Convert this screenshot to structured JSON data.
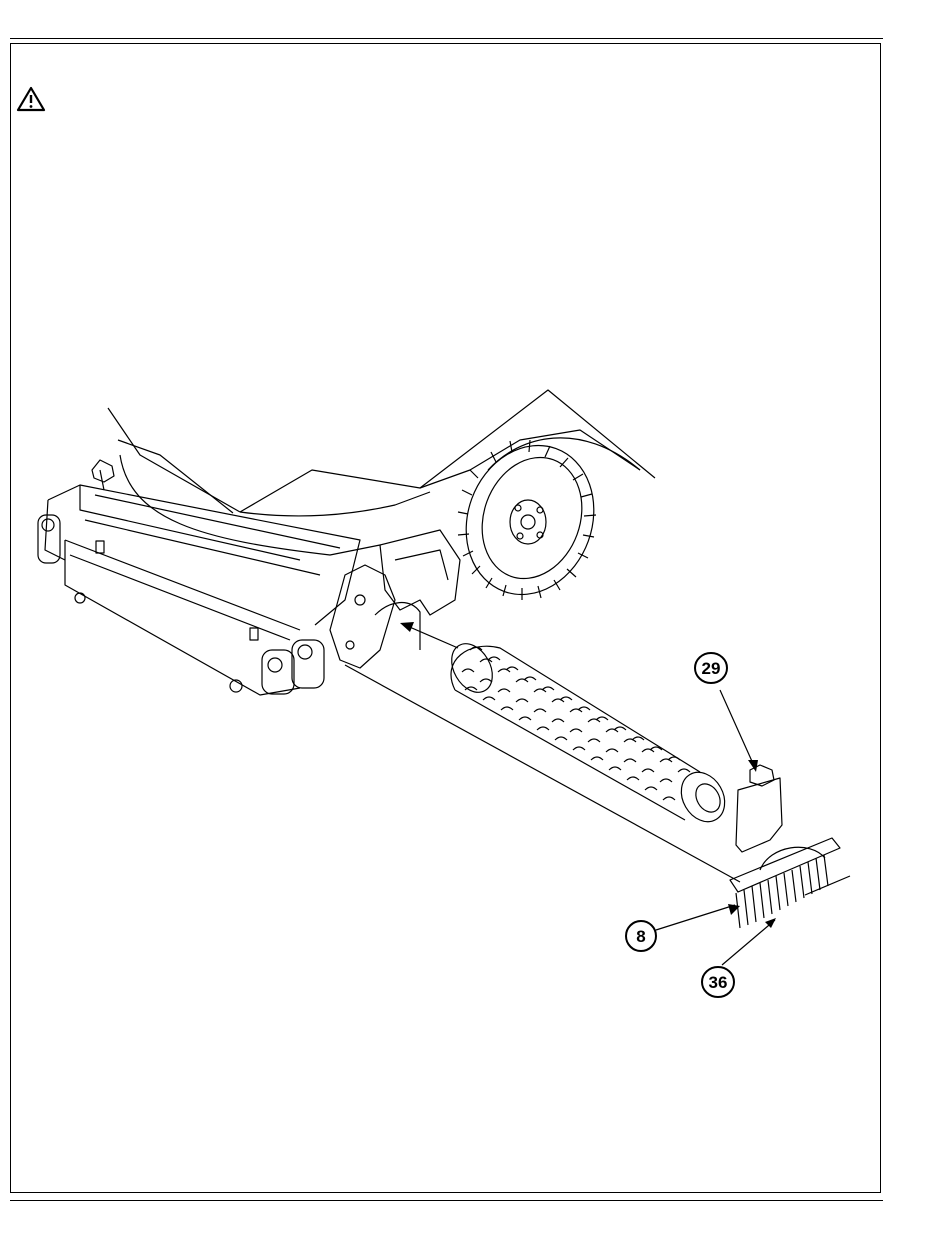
{
  "page": {
    "warning_icon": "warning-triangle-icon"
  },
  "callouts": [
    {
      "id": "29",
      "label": "29"
    },
    {
      "id": "8",
      "label": "8"
    },
    {
      "id": "36",
      "label": "36"
    }
  ],
  "colors": {
    "line": "#000000",
    "background": "#ffffff"
  }
}
